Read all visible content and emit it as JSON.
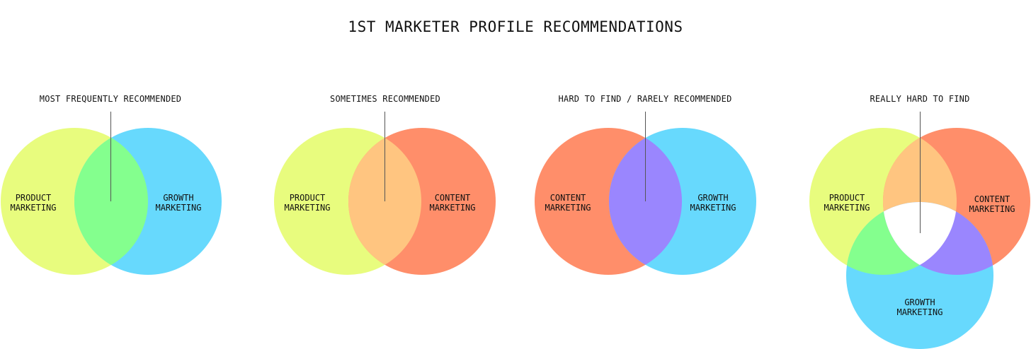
{
  "title": "1ST MARKETER PROFILE RECOMMENDATIONS",
  "colors": {
    "product": "#e8fc7e",
    "growth": "#67d9fd",
    "content": "#ff8e6a",
    "product_growth": "#84ff8e",
    "product_content": "#ffc580",
    "content_growth": "#9a86fe",
    "center": "#ffffff",
    "line": "#555555"
  },
  "diagrams": [
    {
      "caption": "MOST FREQUENTLY RECOMMENDED",
      "left": {
        "line1": "PRODUCT",
        "line2": "MARKETING"
      },
      "right": {
        "line1": "GROWTH",
        "line2": "MARKETING"
      }
    },
    {
      "caption": "SOMETIMES RECOMMENDED",
      "left": {
        "line1": "PRODUCT",
        "line2": "MARKETING"
      },
      "right": {
        "line1": "CONTENT",
        "line2": "MARKETING"
      }
    },
    {
      "caption": "HARD TO FIND / RARELY RECOMMENDED",
      "left": {
        "line1": "CONTENT",
        "line2": "MARKETING"
      },
      "right": {
        "line1": "GROWTH",
        "line2": "MARKETING"
      }
    },
    {
      "caption": "REALLY HARD TO FIND",
      "left": {
        "line1": "PRODUCT",
        "line2": "MARKETING"
      },
      "right": {
        "line1": "CONTENT",
        "line2": "MARKETING"
      },
      "bottom": {
        "line1": "GROWTH",
        "line2": "MARKETING"
      }
    }
  ]
}
